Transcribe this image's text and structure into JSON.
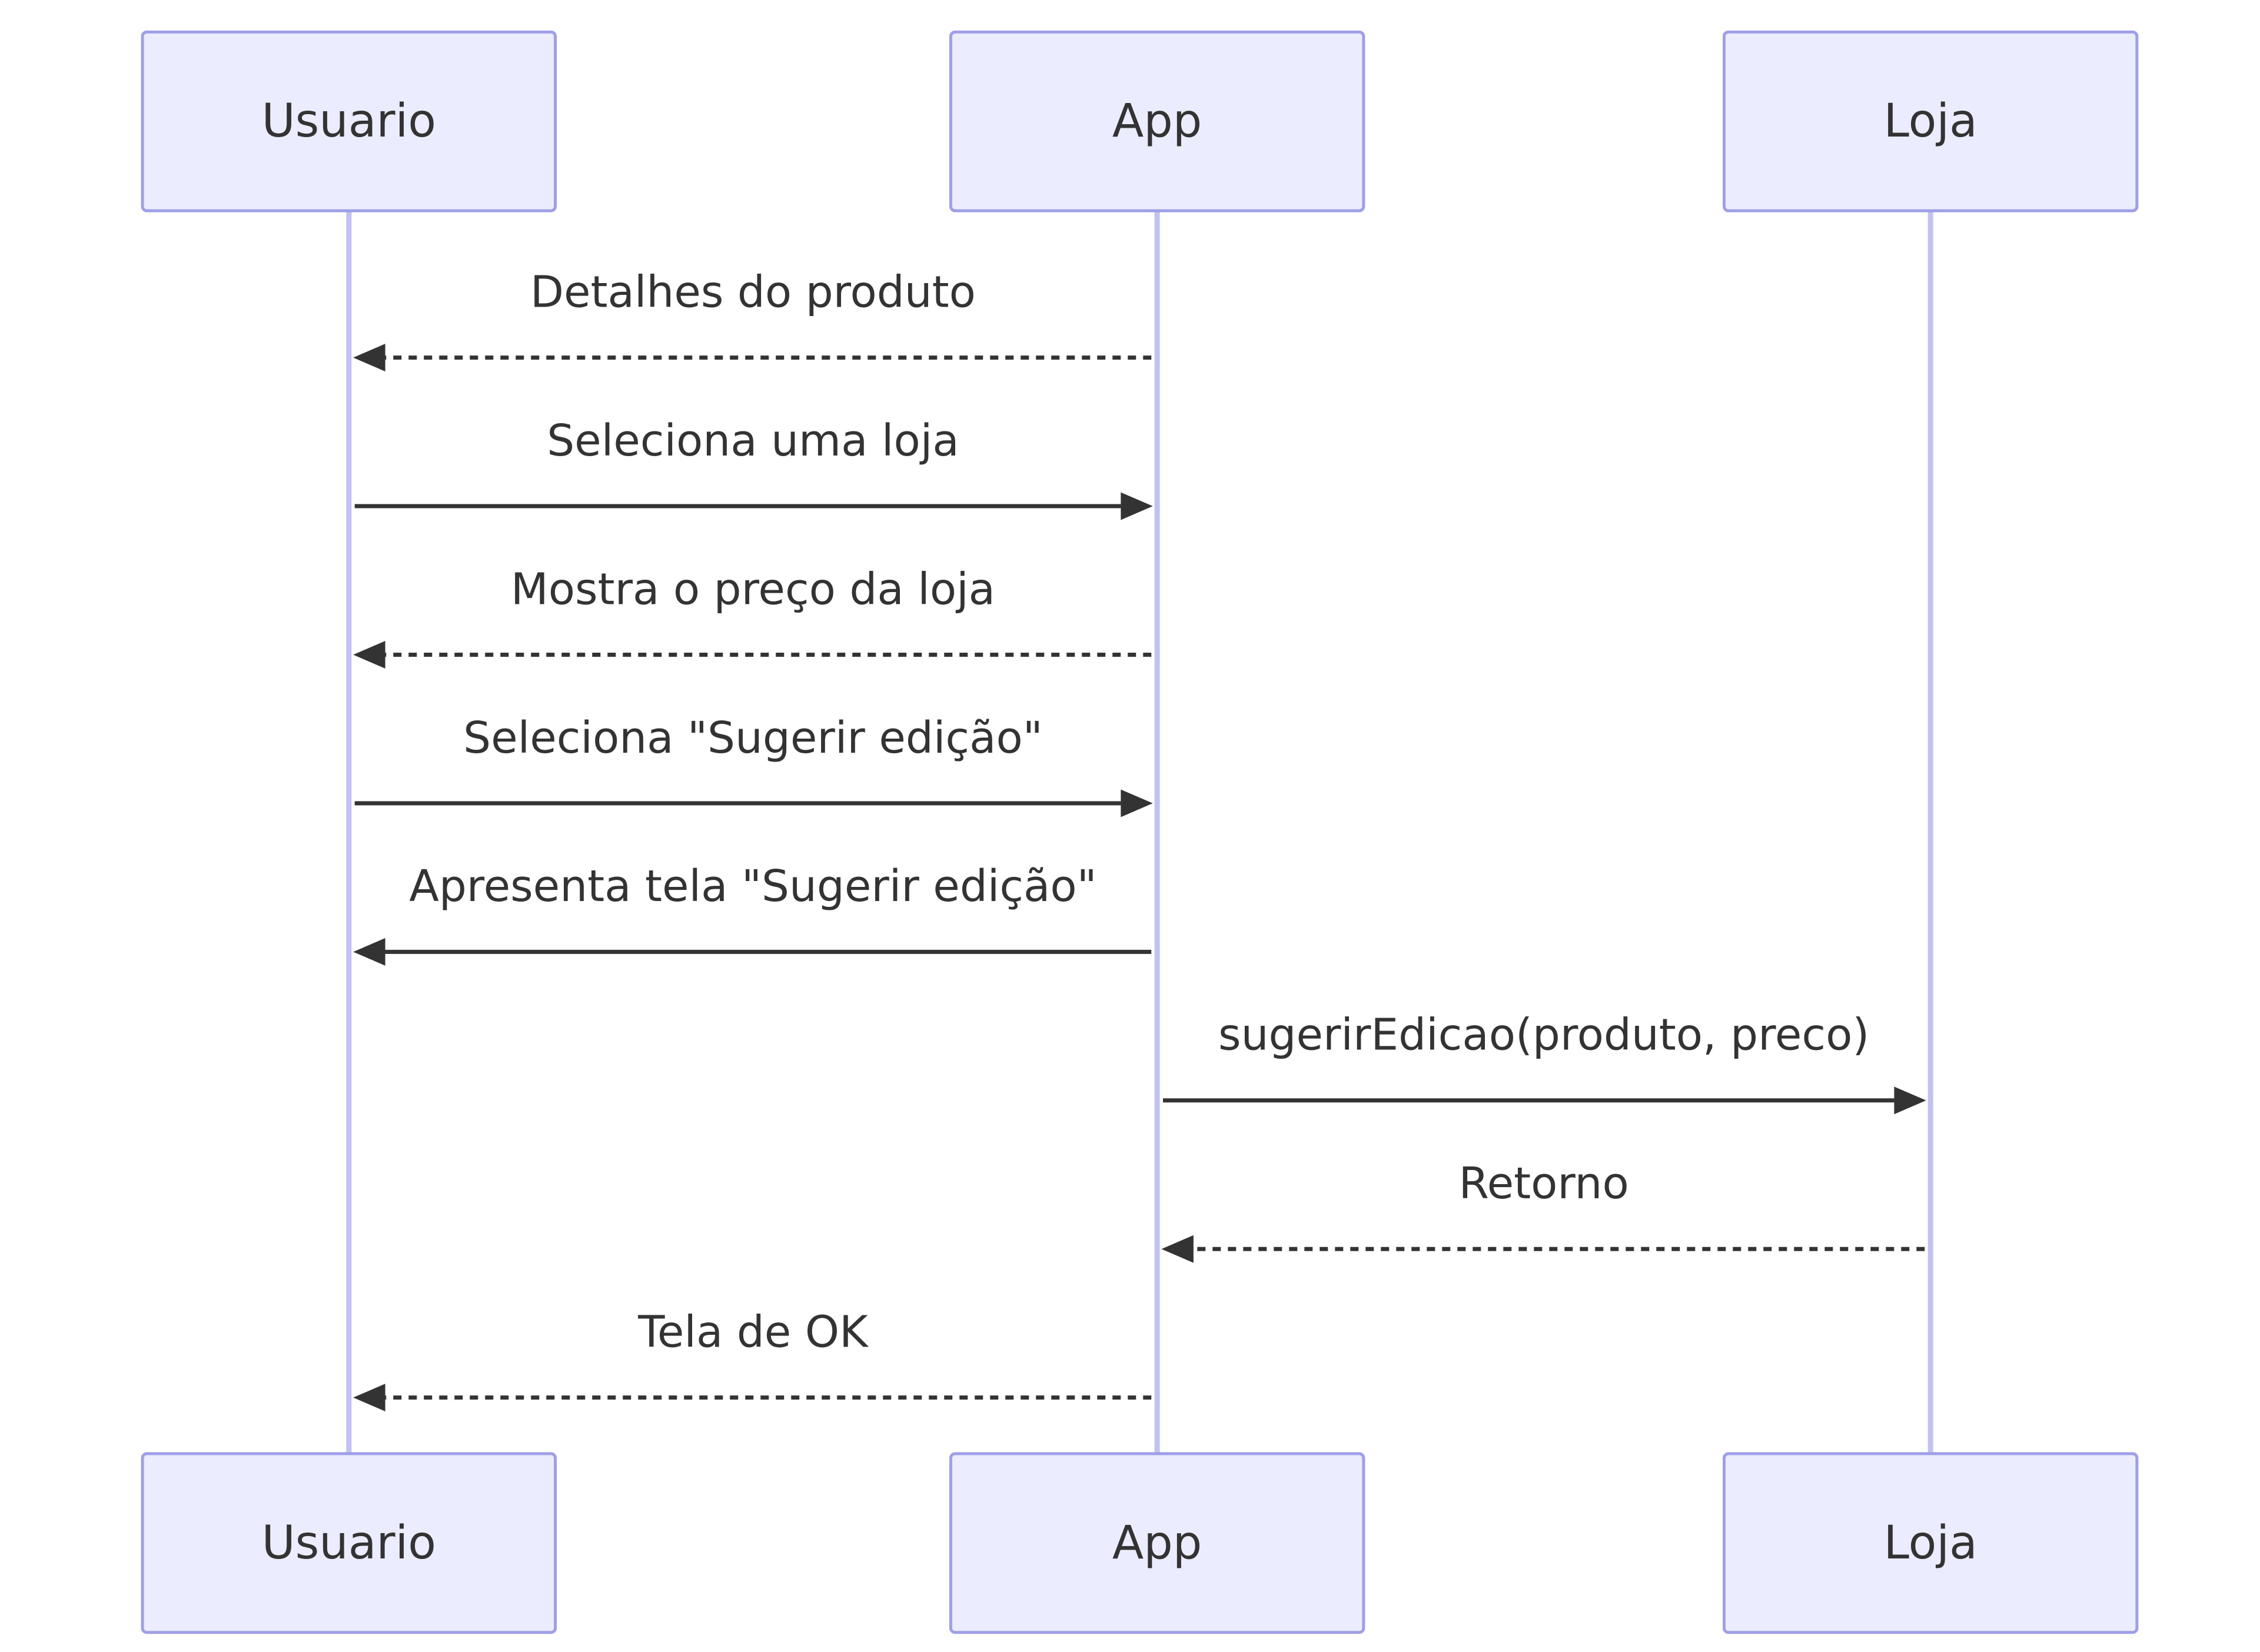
{
  "participants": [
    {
      "id": "usuario",
      "label": "Usuario"
    },
    {
      "id": "app",
      "label": "App"
    },
    {
      "id": "loja",
      "label": "Loja"
    }
  ],
  "messages": [
    {
      "from": "app",
      "to": "usuario",
      "label": "Detalhes do produto",
      "style": "dashed"
    },
    {
      "from": "usuario",
      "to": "app",
      "label": "Seleciona uma loja",
      "style": "solid"
    },
    {
      "from": "app",
      "to": "usuario",
      "label": "Mostra o preço da loja",
      "style": "dashed"
    },
    {
      "from": "usuario",
      "to": "app",
      "label": "Seleciona \"Sugerir edição\"",
      "style": "solid"
    },
    {
      "from": "app",
      "to": "usuario",
      "label": "Apresenta tela \"Sugerir edição\"",
      "style": "solid"
    },
    {
      "from": "app",
      "to": "loja",
      "label": "sugerirEdicao(produto, preco)",
      "style": "solid"
    },
    {
      "from": "loja",
      "to": "app",
      "label": "Retorno",
      "style": "dashed"
    },
    {
      "from": "app",
      "to": "usuario",
      "label": "Tela de OK",
      "style": "dashed"
    }
  ],
  "colors": {
    "actor_fill": "#ececff",
    "actor_border": "#9f9fe8",
    "lifeline": "#c2c2f2",
    "message": "#333333"
  }
}
